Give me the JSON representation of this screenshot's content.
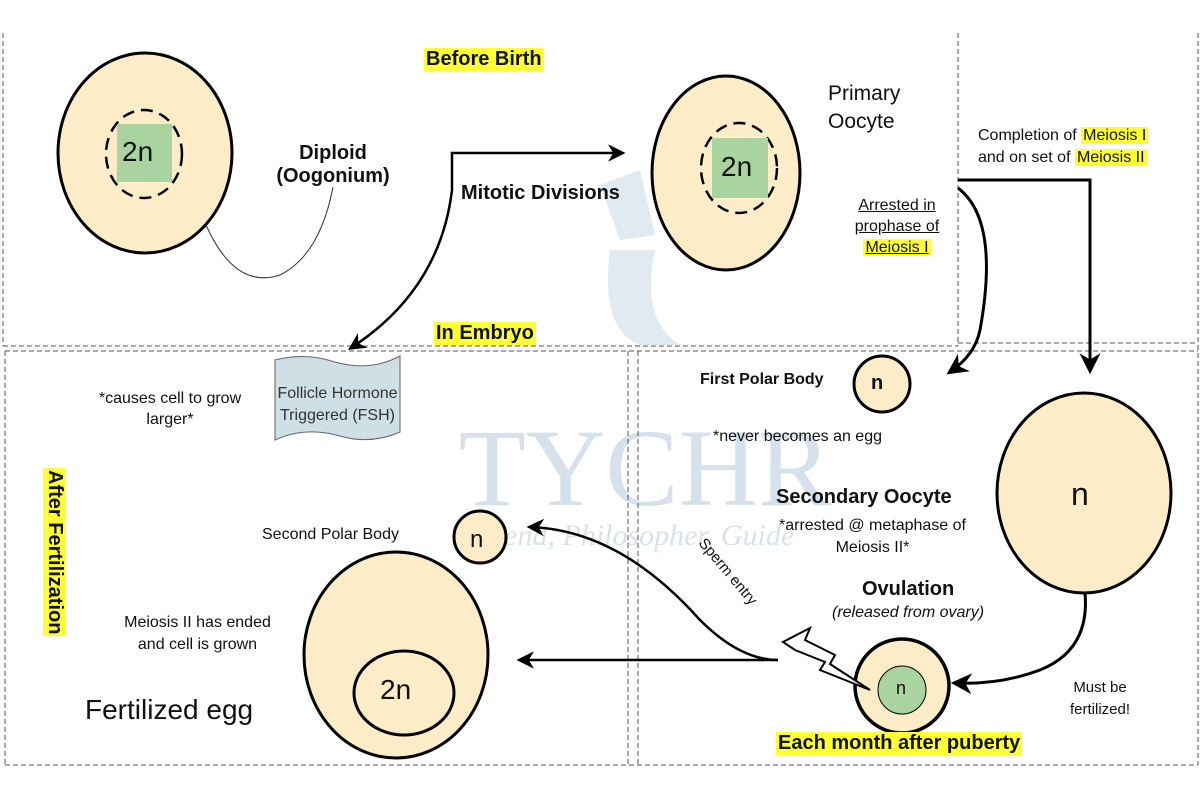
{
  "sections": {
    "before_birth": "Before Birth",
    "in_embryo": "In Embryo",
    "after_fertilization": "After Fertilization",
    "each_month": "Each month after puberty"
  },
  "oogonium": {
    "ploidy": "2n",
    "label_line1": "Diploid",
    "label_line2": "(Oogonium)"
  },
  "mitotic": {
    "label": "Mitotic Divisions"
  },
  "primary_oocyte": {
    "ploidy": "2n",
    "label_line1": "Primary",
    "label_line2": "Oocyte",
    "arrested_line1": "Arrested in",
    "arrested_line2": "prophase of",
    "arrested_line3": "Meiosis I"
  },
  "meiosis_note": {
    "line1_prefix": "Completion of ",
    "line1_highlight": "Meiosis I",
    "line2_prefix": "and on set of ",
    "line2_highlight": "Meiosis II"
  },
  "fsh": {
    "line1": "Follicle Hormone",
    "line2": "Triggered (FSH)",
    "note_line1": "*causes cell to grow",
    "note_line2": "larger*"
  },
  "first_polar_body": {
    "label": "First Polar Body",
    "ploidy": "n",
    "note": "*never becomes an egg"
  },
  "secondary_oocyte": {
    "label": "Secondary Oocyte",
    "ploidy": "n",
    "note_line1": "*arrested @ metaphase of",
    "note_line2": "Meiosis II*"
  },
  "ovulation": {
    "label": "Ovulation",
    "sub": "(released from ovary)",
    "ploidy": "n",
    "must_line1": "Must be",
    "must_line2": "fertilized!"
  },
  "sperm": {
    "label": "Sperm entry"
  },
  "second_polar_body": {
    "label": "Second Polar Body",
    "ploidy": "n"
  },
  "fertilized": {
    "ploidy": "2n",
    "label": "Fertilized egg",
    "note_line1": "Meiosis II has ended",
    "note_line2": "and cell is grown"
  },
  "watermark": {
    "brand": "TYCHR",
    "tagline": "Friend, Philosopher, Guide"
  },
  "colors": {
    "cell_fill": "#fdecc8",
    "nucleus_fill": "#a9d4a0",
    "highlight": "#ffff33",
    "fsh_fill": "#cfdfe6",
    "watermark": "#c9d8e6"
  }
}
